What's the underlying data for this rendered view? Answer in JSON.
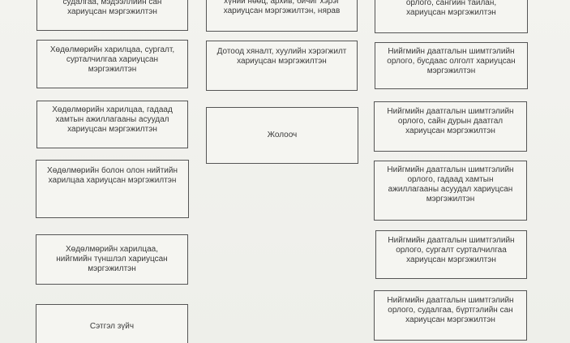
{
  "boxes": {
    "left": [
      "судалгаа, мэдээллийн сан\nхариуцсан мэргэжилтэн",
      "Хөдөлмөрийн харилцаа, сургалт,\nсурталчилгаа хариуцсан\nмэргэжилтэн",
      "Хөдөлмөрийн харилцаа, гадаад\nхамтын ажиллагааны асуудал\nхариуцсан мэргэжилтэн",
      "Хөдөлмөрийн болон олон нийтийн\nхарилцаа хариуцсан мэргэжилтэн",
      "Хөдөлмөрийн харилцаа,\nнийгмийн түншлэл хариуцсан\nмэргэжилтэн",
      "Сэтгэл зүйч"
    ],
    "middle": [
      "хүний нөөц, архив, бичиг хэрэг\nхариуцсан мэргэжилтэн, нярав",
      "Дотоод хяналт, хуулийн хэрэгжилт\nхариуцсан мэргэжилтэн",
      "Жолооч"
    ],
    "right": [
      "орлого, сангийн тайлан,\nхариуцсан мэргэжилтэн",
      "Нийгмийн даатгалын шимтгэлийн\nорлого, бусдаас олголт хариуцсан\nмэргэжилтэн",
      "Нийгмийн даатгалын шимтгэлийн\nорлого, сайн дурын даатгал\nхариуцсан мэргэжилтэн",
      "Нийгмийн даатгалын шимтгэлийн\nорлого, гадаад хамтын\nажиллагааны асуудал хариуцсан\nмэргэжилтэн",
      "Нийгмийн даатгалын шимтгэлийн\nорлого, сургалт сурталчилгаа\nхариуцсан мэргэжилтэн",
      "Нийгмийн даатгалын шимтгэлийн\nорлого, судалгаа, бүртгэлийн сан\nхариуцсан мэргэжилтэн"
    ]
  }
}
